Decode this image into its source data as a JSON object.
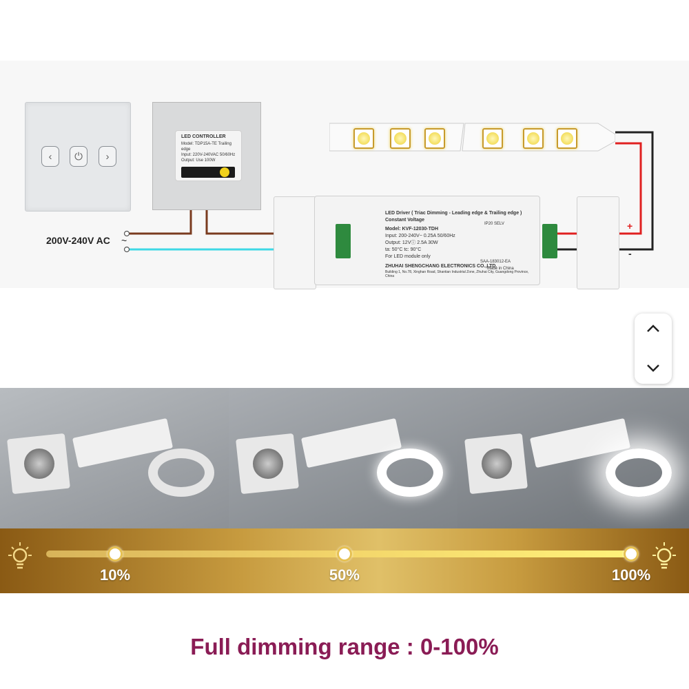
{
  "diagram": {
    "ac_label": "200V-240V AC",
    "ac_symbol": "~",
    "controller_title": "LED CONTROLLER",
    "controller_lines": [
      "Model: TDP15A-TE    Trailing edge",
      "Input: 220V-240VAC   50/60Hz",
      "Output: Use 100W"
    ],
    "driver_title": "LED Driver ( Triac Dimming - Leading edge & Trailing edge )",
    "driver_subtitle": "Constant Voltage",
    "driver_model": "Model: KVF-12030-TDH",
    "driver_lines": [
      "Input: 200-240V~ 0.25A  50/60Hz",
      "Output: 12Vⓘ 2.5A  30W",
      "ta: 50°C  tc: 90°C",
      "For LED module only"
    ],
    "driver_company": "ZHUHAI SHENGCHANG ELECTRONICS CO.,LTD.",
    "driver_address": "Building 1, No.78, Xinghan Road, Shantian Industrial Zone, Zhuhai City, Guangdong Province, China",
    "driver_made": "Made in China",
    "driver_saa": "SAA-183012-EA",
    "plus": "+",
    "minus": "-",
    "ip_rating": "IP20 SELV"
  },
  "scroll": {
    "up_icon": "chevron-up-icon",
    "down_icon": "chevron-down-icon"
  },
  "dimming": {
    "levels": [
      {
        "label": "10%",
        "value": 0.1
      },
      {
        "label": "50%",
        "value": 0.5
      },
      {
        "label": "100%",
        "value": 1.0
      }
    ],
    "left_icon": "bulb-dim-icon",
    "right_icon": "bulb-bright-icon"
  },
  "caption": "Full dimming range : 0-100%",
  "colors": {
    "caption": "#8a1c55",
    "gold": "#c79b3f",
    "live_wire": "#7a3b1f",
    "neutral_wire": "#3ed8e6",
    "positive_wire": "#e02020"
  }
}
